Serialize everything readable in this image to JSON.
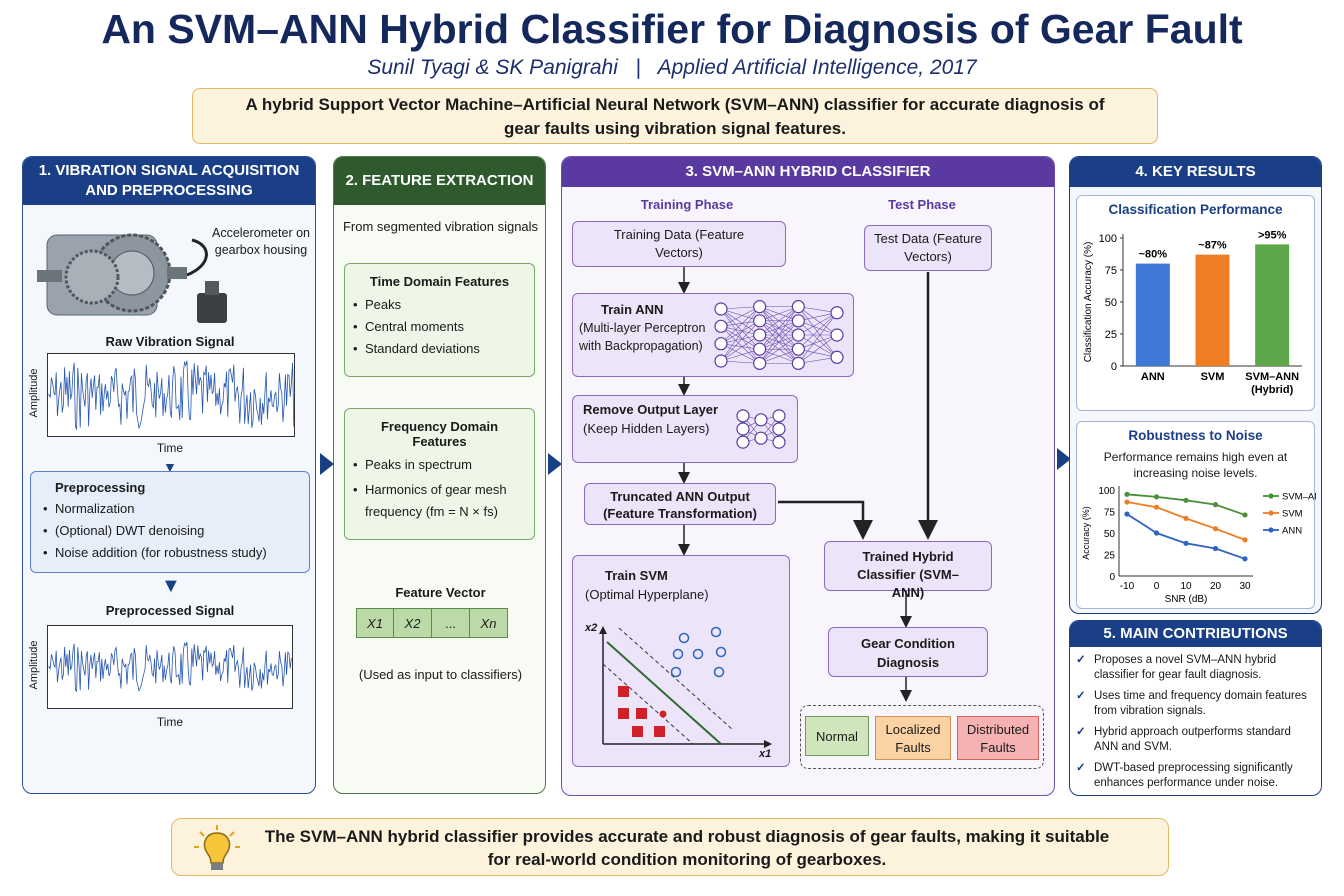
{
  "title": "An SVM–ANN Hybrid Classifier for Diagnosis of Gear Fault",
  "subtitle": "Sunil Tyagi & SK Panigrahi   |   Applied Artificial Intelligence, 2017",
  "summary": "A hybrid Support Vector Machine–Artificial Neural Network (SVM–ANN) classifier for accurate diagnosis of gear faults using vibration signal features.",
  "panel1": {
    "heading": "1. VIBRATION SIGNAL ACQUISITION AND PREPROCESSING",
    "accelerometer_label": "Accelerometer on gearbox housing",
    "raw_title": "Raw Vibration Signal",
    "amplitude": "Amplitude",
    "time": "Time",
    "pre_title": "Preprocessing",
    "pre_items": [
      "Normalization",
      "(Optional) DWT denoising",
      "Noise addition (for robustness study)"
    ],
    "preprocessed_title": "Preprocessed Signal"
  },
  "panel2": {
    "heading": "2. FEATURE EXTRACTION",
    "intro": "From segmented vibration signals",
    "time_title": "Time Domain Features",
    "time_items": [
      "Peaks",
      "Central moments",
      "Standard deviations"
    ],
    "freq_title": "Frequency Domain Features",
    "freq_items": [
      "Peaks in spectrum",
      "Harmonics of gear mesh frequency (fm = N × fs)"
    ],
    "fv_title": "Feature Vector",
    "fv_cells": [
      "X1",
      "X2",
      "...",
      "Xn"
    ],
    "fv_note": "(Used as input to classifiers)"
  },
  "panel3": {
    "heading": "3. SVM–ANN HYBRID CLASSIFIER",
    "training_phase": "Training Phase",
    "test_phase": "Test Phase",
    "training_data": "Training Data (Feature Vectors)",
    "train_ann_title": "Train ANN",
    "train_ann_sub": "(Multi-layer Perceptron with Backpropagation)",
    "remove_title": "Remove Output Layer",
    "remove_sub": "(Keep Hidden Layers)",
    "truncated": "Truncated ANN Output (Feature Transformation)",
    "train_svm_title": "Train SVM",
    "train_svm_sub": "(Optimal Hyperplane)",
    "axis_x": "x1",
    "axis_y": "x2",
    "test_data": "Test Data (Feature Vectors)",
    "trained_hybrid": "Trained Hybrid Classifier (SVM–ANN)",
    "gear_condition": "Gear Condition Diagnosis",
    "classes": [
      "Normal",
      "Localized Faults",
      "Distributed Faults"
    ],
    "class_colors": [
      "#cfe6bd",
      "#fbd2a4",
      "#f6b2b2"
    ]
  },
  "panel4": {
    "heading": "4. KEY RESULTS",
    "perf_title": "Classification Performance",
    "noise_title": "Robustness to Noise",
    "noise_caption": "Performance remains high even at increasing noise levels."
  },
  "panel5": {
    "heading": "5. MAIN CONTRIBUTIONS",
    "items": [
      "Proposes a novel SVM–ANN hybrid classifier for gear fault diagnosis.",
      "Uses time and frequency domain features from vibration signals.",
      "Hybrid approach outperforms standard ANN and SVM.",
      "DWT-based preprocessing significantly enhances performance under noise."
    ]
  },
  "bottom_text": "The SVM–ANN hybrid classifier provides accurate and robust diagnosis of gear faults, making it suitable for real-world condition monitoring of gearboxes.",
  "chart_data": [
    {
      "type": "bar",
      "title": "Classification Performance",
      "ylabel": "Classification Accuracy (%)",
      "categories": [
        "ANN",
        "SVM",
        "SVM–ANN (Hybrid)"
      ],
      "values": [
        80,
        87,
        95
      ],
      "data_labels": [
        "~80%",
        "~87%",
        ">95%"
      ],
      "colors": [
        "#3f78d8",
        "#ee7d24",
        "#5ea64a"
      ],
      "ylim": [
        0,
        100
      ],
      "yticks": [
        0,
        25,
        50,
        75,
        100
      ]
    },
    {
      "type": "line",
      "title": "Robustness to Noise",
      "xlabel": "SNR (dB)",
      "ylabel": "Accuracy (%)",
      "x": [
        -10,
        0,
        10,
        20,
        30
      ],
      "ylim": [
        0,
        100
      ],
      "yticks": [
        0,
        25,
        50,
        75,
        100
      ],
      "legend": "right",
      "series": [
        {
          "name": "SVM–ANN",
          "values": [
            95,
            92,
            88,
            83,
            71
          ],
          "color": "#4a8f3a"
        },
        {
          "name": "SVM",
          "values": [
            86,
            80,
            67,
            55,
            42
          ],
          "color": "#ee7d24"
        },
        {
          "name": "ANN",
          "values": [
            72,
            50,
            38,
            32,
            20
          ],
          "color": "#2f63c4"
        }
      ]
    }
  ]
}
